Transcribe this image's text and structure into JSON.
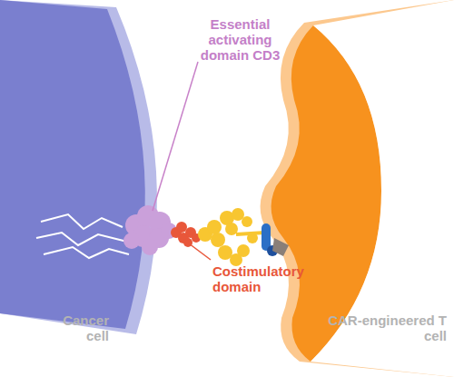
{
  "diagram": {
    "labels": [
      "Essential activating domain CD3",
      "Costimulatory domain",
      "Cancer cell",
      "CAR-engineered T cell"
    ]
  }
}
